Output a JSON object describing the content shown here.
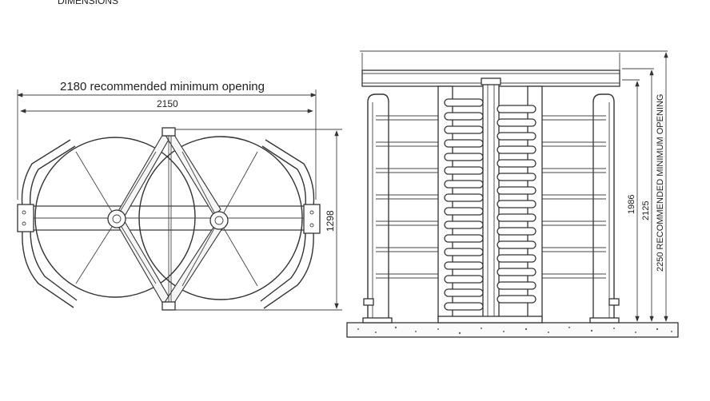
{
  "header": {
    "title": "DIMENSIONS"
  },
  "plan_view": {
    "opening_label": "2180  recommended minimum opening",
    "width_label": "2150",
    "depth_label": "1298"
  },
  "elevation_view": {
    "height_1": "1986",
    "height_2": "2125",
    "height_3": "2250 RECOMMENDED MINIMUM OPENING"
  }
}
